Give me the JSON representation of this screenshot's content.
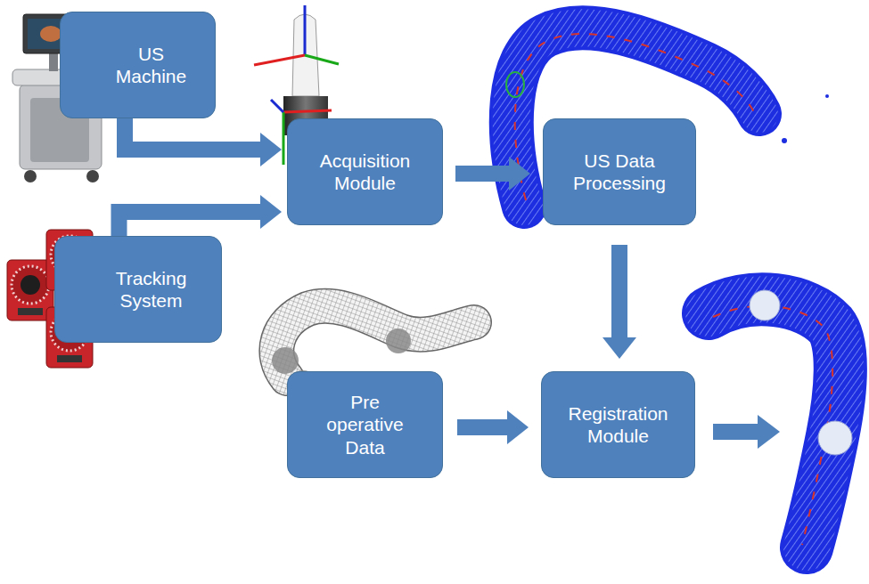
{
  "diagram": {
    "nodes": [
      {
        "text": [
          "US Machine"
        ]
      },
      {
        "text": [
          "Acquisition Module"
        ]
      },
      {
        "text": [
          "US Data Processing"
        ]
      },
      {
        "text": [
          "Tracking System"
        ]
      },
      {
        "text": [
          "Pre operative Data"
        ]
      },
      {
        "text": [
          "Registration Module"
        ]
      }
    ],
    "edges": [
      {
        "from": 0,
        "to": 1,
        "arrow": "to"
      },
      {
        "from": 3,
        "to": 1,
        "arrow": "to"
      },
      {
        "from": 1,
        "to": 2,
        "arrow": "to"
      },
      {
        "from": 2,
        "to": 5,
        "arrow": "to"
      },
      {
        "from": 4,
        "to": 5,
        "arrow": "to"
      }
    ]
  }
}
